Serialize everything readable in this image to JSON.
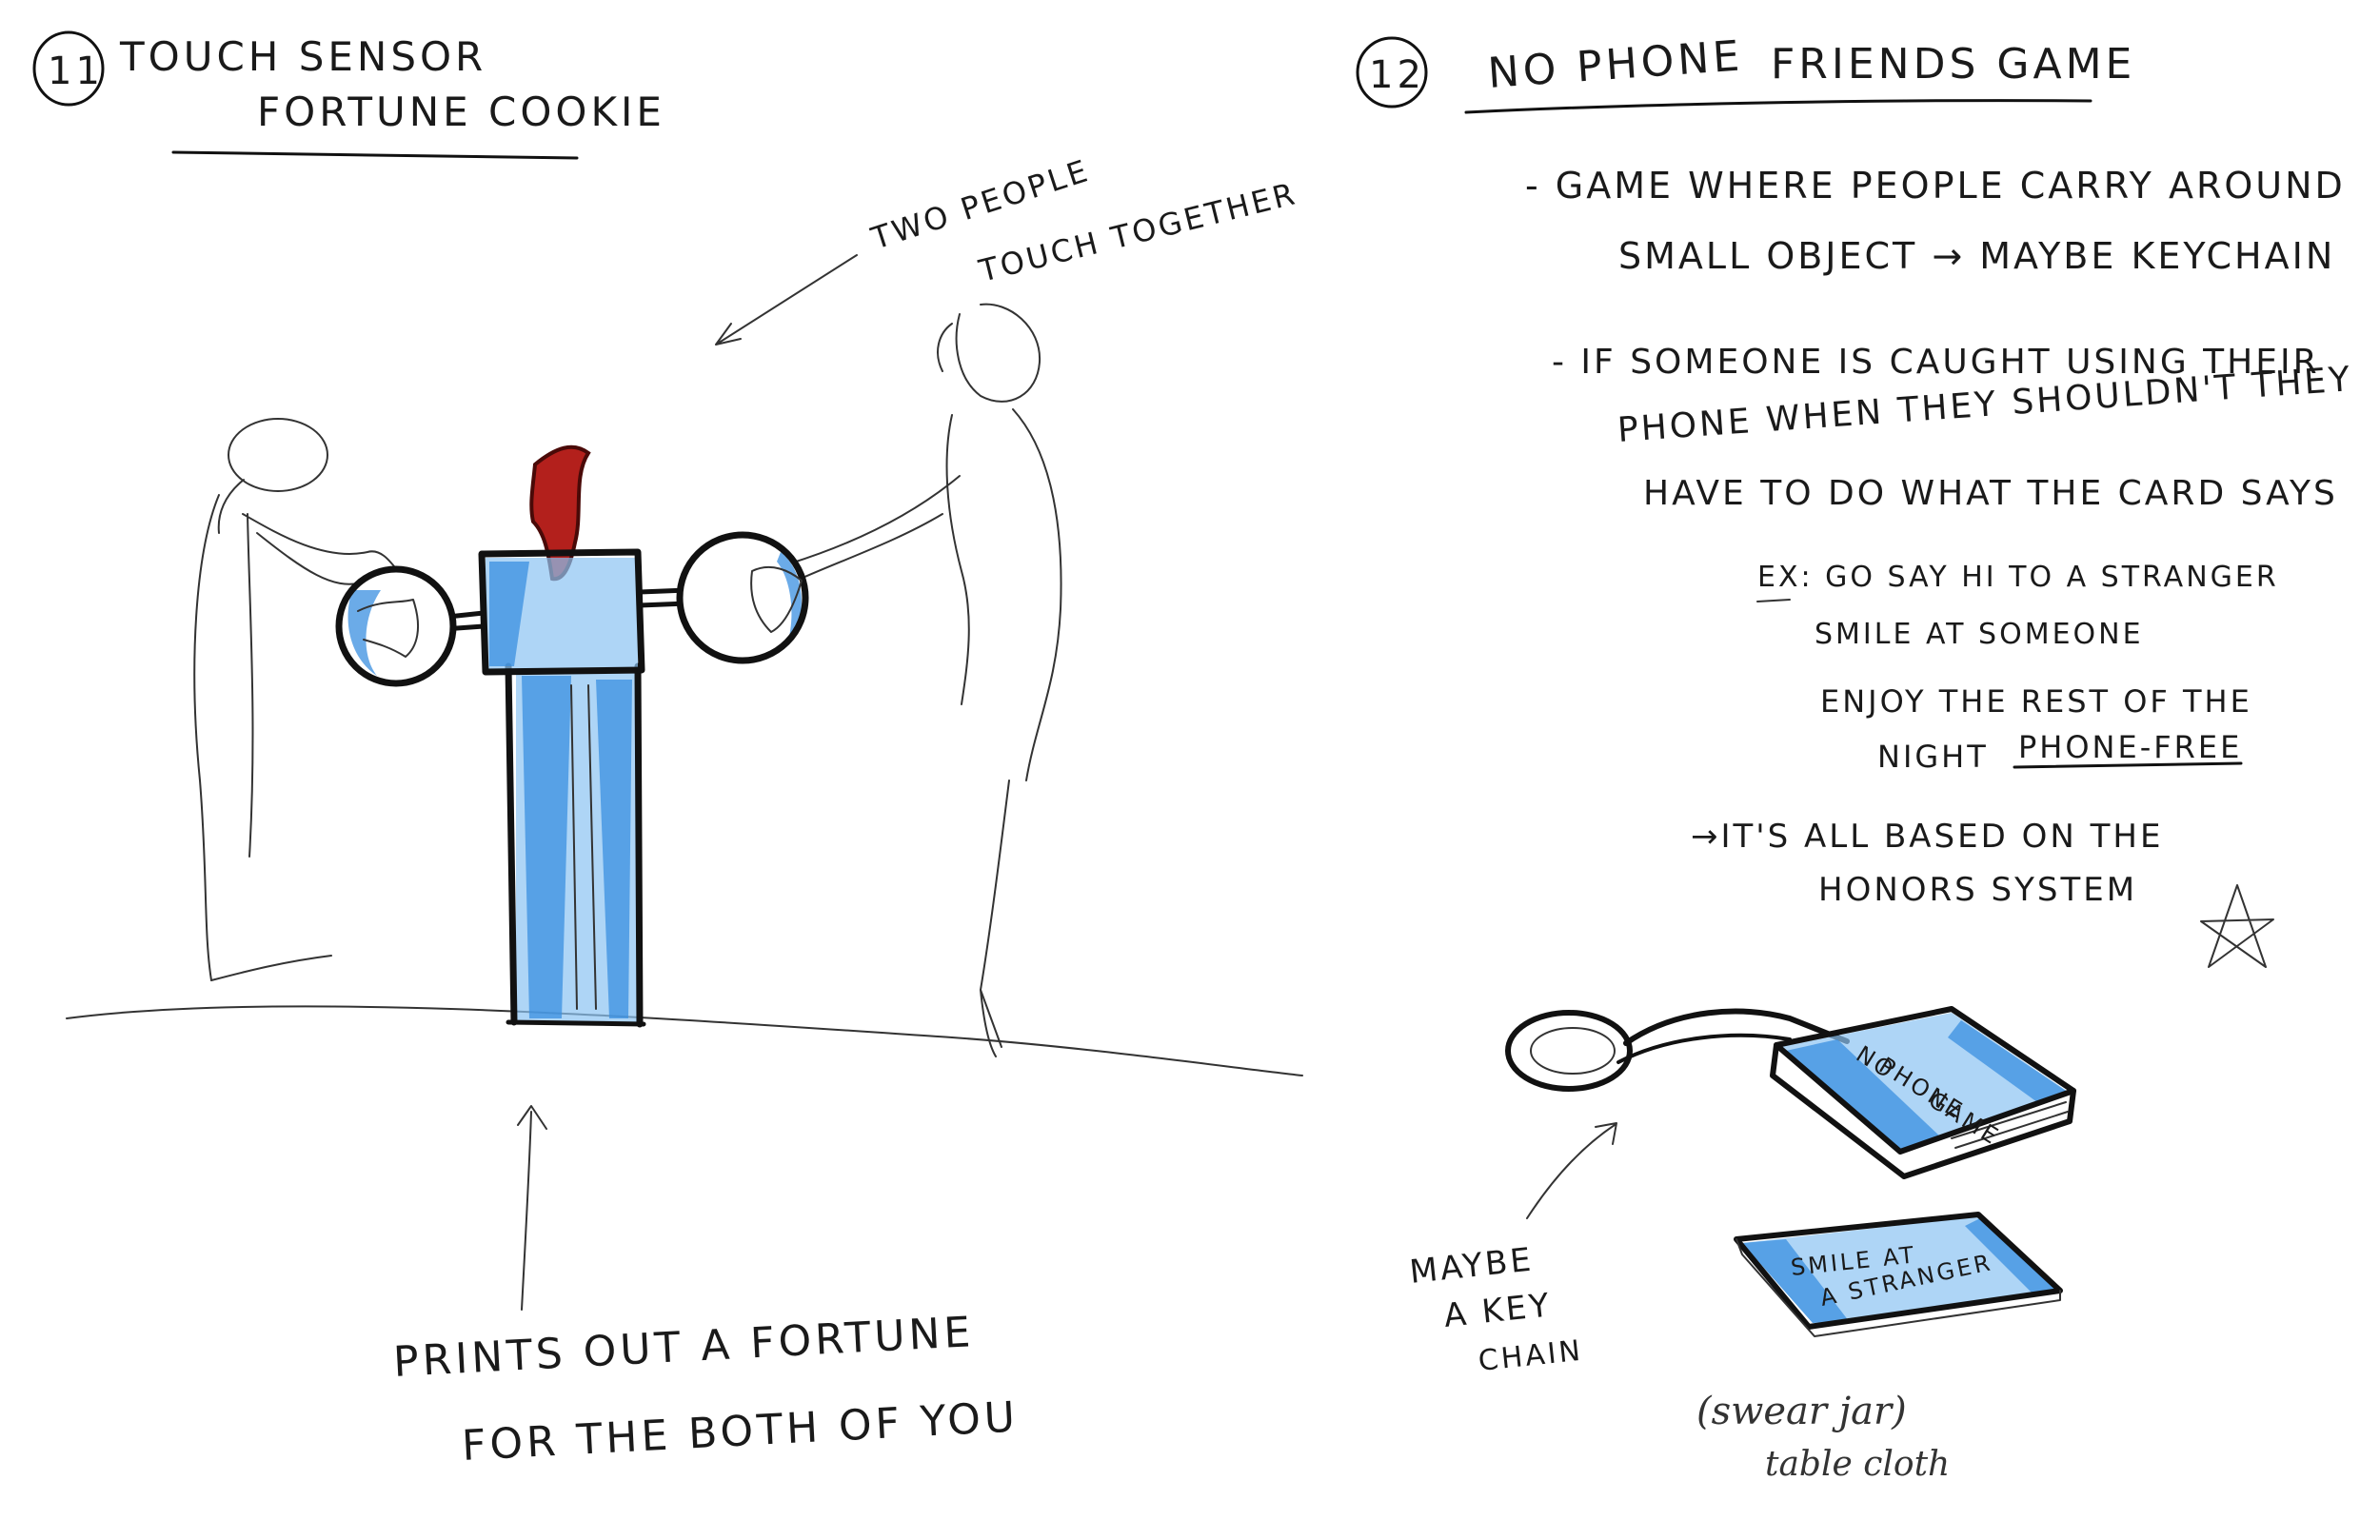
{
  "left": {
    "number": "11",
    "title_line1": "TOUCH SENSOR",
    "title_line2": "FORTUNE COOKIE",
    "annotation_top_line1": "TWO PEOPLE",
    "annotation_top_line2": "TOUCH TOGETHER",
    "annotation_bottom_line1": "PRINTS OUT A FORTUNE",
    "annotation_bottom_line2": "FOR THE BOTH OF YOU"
  },
  "right": {
    "number": "12",
    "title_part1": "NO PHONE",
    "title_part2": "FRIENDS GAME",
    "bullet1_line1": "- GAME WHERE PEOPLE CARRY AROUND",
    "bullet1_line2": "SMALL OBJECT → MAYBE KEYCHAIN",
    "bullet2_line1": "- IF SOMEONE IS CAUGHT USING THEIR",
    "bullet2_line2": "PHONE WHEN THEY SHOULDN'T THEY",
    "bullet2_line3": "HAVE TO DO WHAT THE CARD SAYS",
    "example_line1": "EX: GO SAY HI TO A STRANGER",
    "example_line2": "SMILE AT SOMEONE",
    "example_line3": "ENJOY THE REST OF THE",
    "example_line4_prefix": "NIGHT",
    "example_line4_emphasis": "PHONE-FREE",
    "honor_line1": "→IT'S ALL BASED ON THE",
    "honor_line2": "HONORS SYSTEM",
    "device_label_line1": "NO",
    "device_label_line2": "PHONE",
    "device_label_line3": "GAME",
    "card_text_line1": "SMILE AT",
    "card_text_line2": "A STRANGER",
    "keychain_label_line1": "MAYBE",
    "keychain_label_line2": "A KEY",
    "keychain_label_line3": "CHAIN",
    "note_line1": "(swear jar)",
    "note_line2": "table cloth"
  },
  "colors": {
    "ink": "#111111",
    "marker_blue": "#3a8fe0",
    "marker_red": "#b3201c"
  }
}
